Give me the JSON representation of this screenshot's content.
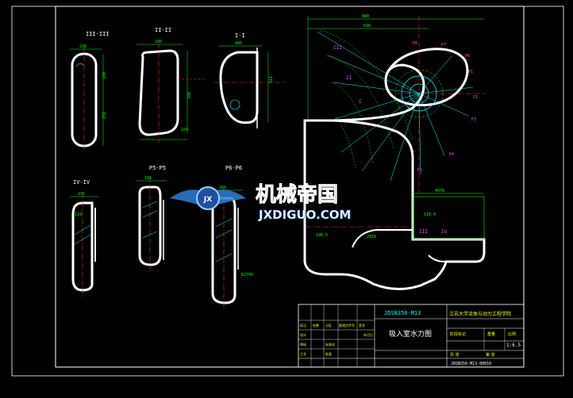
{
  "section_labels": {
    "s3": "III-III",
    "s2": "II-II",
    "s1": "I-I",
    "s4": "IV-IV",
    "s5": "P5-P5",
    "s6": "P6-P6"
  },
  "dimensions": {
    "d_total_width": "880",
    "d_width_590": "590",
    "d_s3_top": "238",
    "d_s3_h1": "180",
    "d_s3_h2": "232",
    "d_s2_top": "286",
    "d_s2_h": "280",
    "d_s2_bot": "234",
    "d_s1_top": "400",
    "d_s1_h": "321",
    "d_s4_top": "155",
    "d_s4_mid": "119",
    "d_s5_top": "180",
    "d_s6_top": "160",
    "d_s6_h": "R2700",
    "d_plan_4978": "4978",
    "d_plan_1184": "118.4",
    "d_plan_196": "196.5",
    "d_plan_2016": "2016"
  },
  "point_labels": {
    "p1": "P1",
    "p2": "P2",
    "p3": "P3",
    "p4": "P4",
    "p5": "P5",
    "p6": "P6",
    "p7": "P7",
    "p8": "P8",
    "r1": "I",
    "r2": "II",
    "r3": "III",
    "r4": "IV"
  },
  "watermark": {
    "cn": "机械帝国",
    "en": "JXDIGUO.COM",
    "logo": "JX"
  },
  "title_block": {
    "drawing_no": "JDSN350-M13",
    "title": "吸入室水力图",
    "institution": "江苏大学流体与动力工程学院",
    "scale_label": "比例",
    "scale_value": "1:6.5",
    "stage_label": "阶段标记",
    "weight_label": "重量",
    "sheet_label": "共 张",
    "sheet2_label": "第 张",
    "code": "JDSN350-M13-00010",
    "row_labels": [
      "标记",
      "处数",
      "分区",
      "更改文件号",
      "签名",
      "年月日",
      "设计",
      "审核",
      "工艺",
      "标准化",
      "批准"
    ]
  },
  "colors": {
    "frame": "#ffffff",
    "geometry": "#ffffff",
    "dimension": "#00ff00",
    "hatch": "#00ffff",
    "center": "#ff3030",
    "text_yellow": "#ffff00",
    "text_cyan": "#00ffff",
    "text_magenta": "#ff40ff",
    "watermark_blue": "#2f7fd8"
  }
}
